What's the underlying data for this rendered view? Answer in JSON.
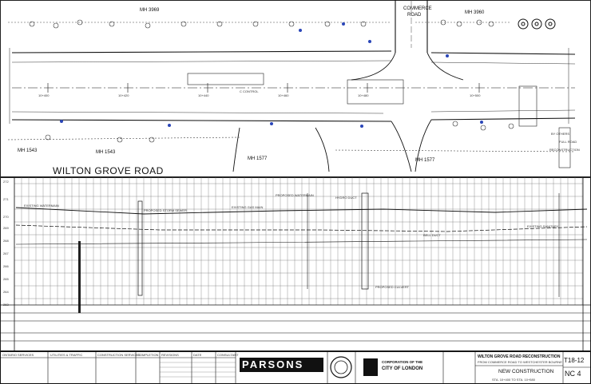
{
  "plan": {
    "road_names": {
      "wilton_grove": "WILTON GROVE ROAD",
      "commerce_line1": "COMMERCE",
      "commerce_line2": "ROAD"
    },
    "manholes": {
      "mh_3969": "MH 3969",
      "mh_3960": "MH 3960",
      "mh_1543_a": "MH 1543",
      "mh_1543_b": "MH 1543",
      "mh_1577_a": "MH 1577",
      "mh_1577_b": "MH 1577"
    },
    "notes": {
      "by_others": "BY OTHERS",
      "full_road": "FULL ROAD",
      "reconstruction": "RECONSTRUCTION",
      "c_control": "C CONTROL"
    },
    "stations": [
      "10+400",
      "10+420",
      "10+440",
      "10+460",
      "10+480",
      "10+500"
    ]
  },
  "profile": {
    "elevations": [
      "272",
      "271",
      "270",
      "269",
      "268",
      "267",
      "266",
      "265",
      "264",
      "263"
    ],
    "callouts": [
      "EXISTING WATERMAIN",
      "PROPOSED STORM SEWER",
      "EXISTING GAS MAIN",
      "PROPOSED WATERMAIN",
      "HYDRO DUCT",
      "BELL DUCT",
      "EXISTING SANITARY",
      "PROPOSED CULVERT"
    ]
  },
  "title_block": {
    "firm": "PARSONS",
    "corporation_line1": "CORPORATION OF THE",
    "corporation_line2": "CITY OF LONDON",
    "project_title": "WILTON GROVE ROAD RECONSTRUCTION",
    "project_sub": "FROM COMMERCE ROAD TO WESTCHESTER BOURNE",
    "sheet_title": "NEW CONSTRUCTION",
    "station_range": "STA. 10+400 TO STA. 10+580",
    "drawing_no": "T18-12",
    "sheet_no": "NC 4",
    "header_labels": [
      "ONTARIO SERVICES",
      "UTILITIES & TRAFFIC",
      "CONSTRUCTION SERVICES",
      "COMPLETION",
      "REVISIONS",
      "DATE",
      "CONSULTANT"
    ]
  }
}
